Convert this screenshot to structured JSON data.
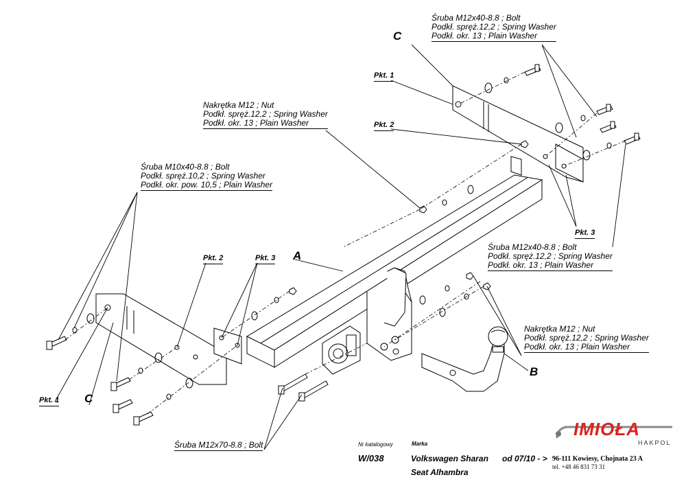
{
  "labels": {
    "bolt_m12x40_top": {
      "line1": "Śruba M12x40-8.8 ;  Bolt",
      "line2": "Podkł. spręż.12,2 ; Spring Washer",
      "line3": "Podkł. okr. 13 ; Plain Washer"
    },
    "nut_m12_top": {
      "line1": "Nakrętka  M12 ; Nut",
      "line2": "Podkł. spręż.12,2 ; Spring Washer",
      "line3": "Podkł. okr. 13 ; Plain Washer"
    },
    "bolt_m10x40": {
      "line1": "Śruba M10x40-8.8 ;  Bolt",
      "line2": "Podkł. spręż.10,2 ; Spring Washer",
      "line3": "Podkł. okr. pow. 10,5 ; Plain Washer"
    },
    "bolt_m12x40_right": {
      "line1": "Śruba M12x40-8.8 ;  Bolt",
      "line2": "Podkł. spręż.12,2 ; Spring Washer",
      "line3": "Podkł. okr. 13 ; Plain Washer"
    },
    "nut_m12_right": {
      "line1": "Nakrętka  M12 ; Nut",
      "line2": "Podkł. spręż.12,2 ; Spring Washer",
      "line3": "Podkł. okr. 13 ; Plain Washer"
    },
    "bolt_m12x70": "Śruba M12x70-8.8 ;  Bolt",
    "pkt1_top": "Pkt. 1",
    "pkt2_top": "Pkt. 2",
    "pkt3_right": "Pkt. 3",
    "pkt2_left": "Pkt. 2",
    "pkt3_left": "Pkt. 3",
    "pkt1_left": "Pkt. 1",
    "part_a": "A",
    "part_b": "B",
    "part_c_top": "C",
    "part_c_left": "C"
  },
  "title_block": {
    "catalog_label": "Nr katalogowy",
    "catalog_number": "W/038",
    "brand_label": "Marka",
    "model1": "Volkswagen Sharan",
    "model2": "Seat Alhambra",
    "date": "od 07/10 - >"
  },
  "company": {
    "logo": "IMIOŁA",
    "sub": "HAKPOL",
    "address": "96-111 Kowiesy, Chojnata 23 A",
    "phone": "tel. +48 46 831 73 31",
    "logo_color": "#e0201b"
  }
}
